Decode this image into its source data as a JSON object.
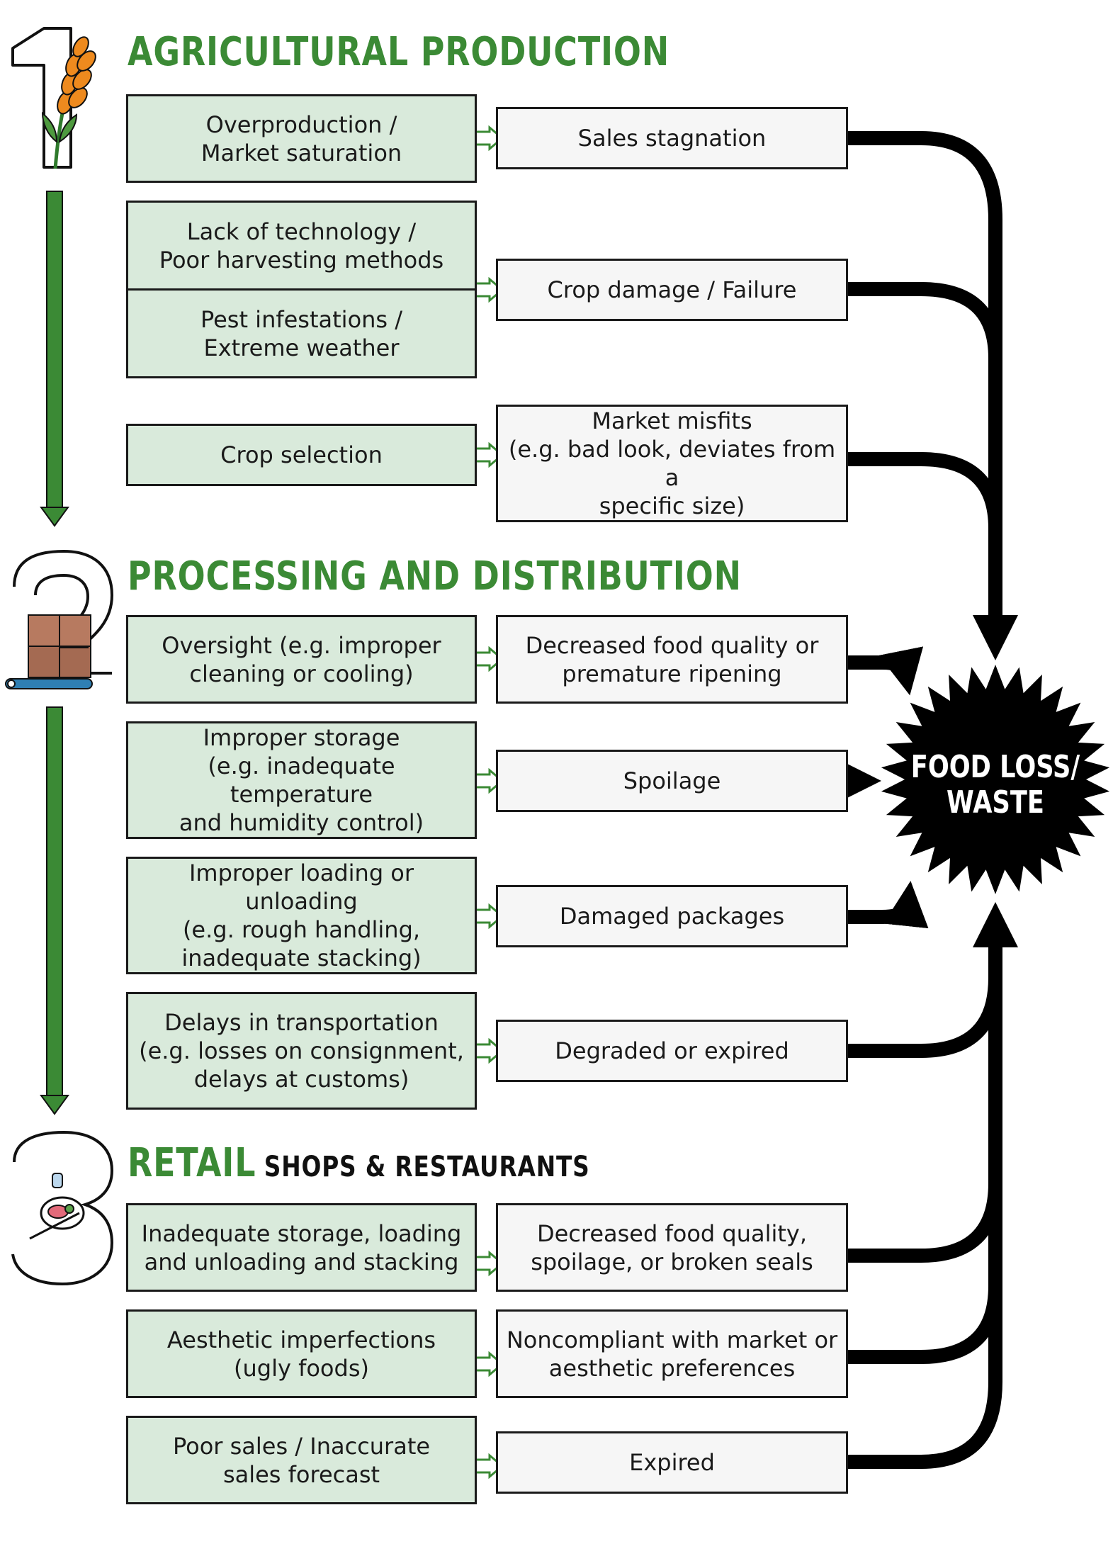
{
  "sections": [
    {
      "number": "1",
      "title": "AGRICULTURAL PRODUCTION",
      "subtitle": "",
      "causes": [
        "Overproduction /\nMarket saturation",
        "Lack of technology /\nPoor harvesting methods",
        "Pest infestations /\nExtreme weather",
        "Crop selection"
      ],
      "effects": [
        "Sales stagnation",
        "Crop damage / Failure",
        "Market misfits\n(e.g. bad look, deviates from a\nspecific size)"
      ]
    },
    {
      "number": "2",
      "title": "PROCESSING AND DISTRIBUTION",
      "subtitle": "",
      "causes": [
        "Oversight (e.g. improper\ncleaning or cooling)",
        "Improper storage\n(e.g. inadequate temperature\nand humidity control)",
        "Improper loading or unloading\n(e.g. rough handling,\ninadequate stacking)",
        "Delays in transportation\n(e.g. losses on consignment,\ndelays at customs)"
      ],
      "effects": [
        "Decreased food quality or\npremature ripening",
        "Spoilage",
        "Damaged packages",
        "Degraded or expired"
      ]
    },
    {
      "number": "3",
      "title": "RETAIL",
      "subtitle": "SHOPS & RESTAURANTS",
      "causes": [
        "Inadequate storage, loading\nand unloading and stacking",
        "Aesthetic imperfections\n(ugly foods)",
        "Poor sales / Inaccurate\nsales forecast"
      ],
      "effects": [
        "Decreased food quality,\nspoilage, or broken seals",
        "Noncompliant with market or\naesthetic preferences",
        "Expired"
      ]
    }
  ],
  "outcome": "FOOD LOSS/\nWASTE",
  "colors": {
    "heading_green": "#3b8a35",
    "cause_fill": "#d9eadb",
    "effect_fill": "#f6f6f6",
    "stage_arrow": "#3b8a35",
    "connector": "#000000",
    "burst": "#000000"
  },
  "icons": [
    "wheat-icon",
    "conveyor-boxes-icon",
    "food-plate-icon"
  ]
}
